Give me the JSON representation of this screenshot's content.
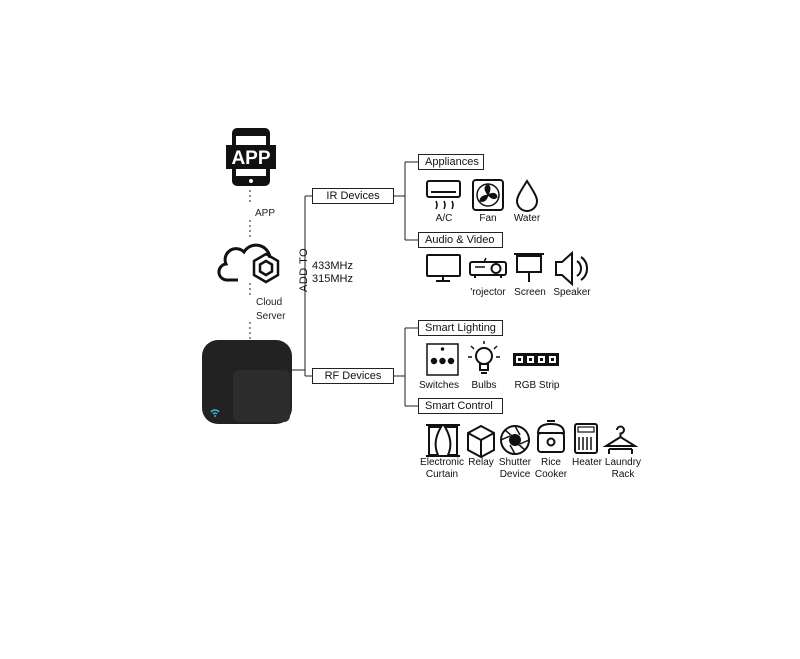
{
  "left": {
    "app_badge": "APP",
    "app_label": "APP",
    "cloud_label": [
      "Cloud",
      "Server"
    ]
  },
  "links": {
    "add_to": "ADD TO",
    "freq": [
      "433MHz",
      "315MHz"
    ]
  },
  "groups": {
    "ir": "IR Devices",
    "rf": "RF Devices"
  },
  "categories": {
    "appliances": "Appliances",
    "audio_video": "Audio & Video",
    "smart_lighting": "Smart Lighting",
    "smart_control": "Smart Control"
  },
  "devices": {
    "ac": "A/C",
    "fan": "Fan",
    "water": "Water",
    "projector": "'rojector",
    "screen": "Screen",
    "speaker": "Speaker",
    "switches": "Switches",
    "bulbs": "Bulbs",
    "rgb_strip": "RGB Strip",
    "curtain": [
      "Electronic",
      "Curtain"
    ],
    "relay": "Relay",
    "shutter": [
      "Shutter",
      "Device"
    ],
    "rice": [
      "Rice",
      "Cooker"
    ],
    "heater": "Heater",
    "laundry": [
      "Laundry",
      "Rack"
    ]
  }
}
